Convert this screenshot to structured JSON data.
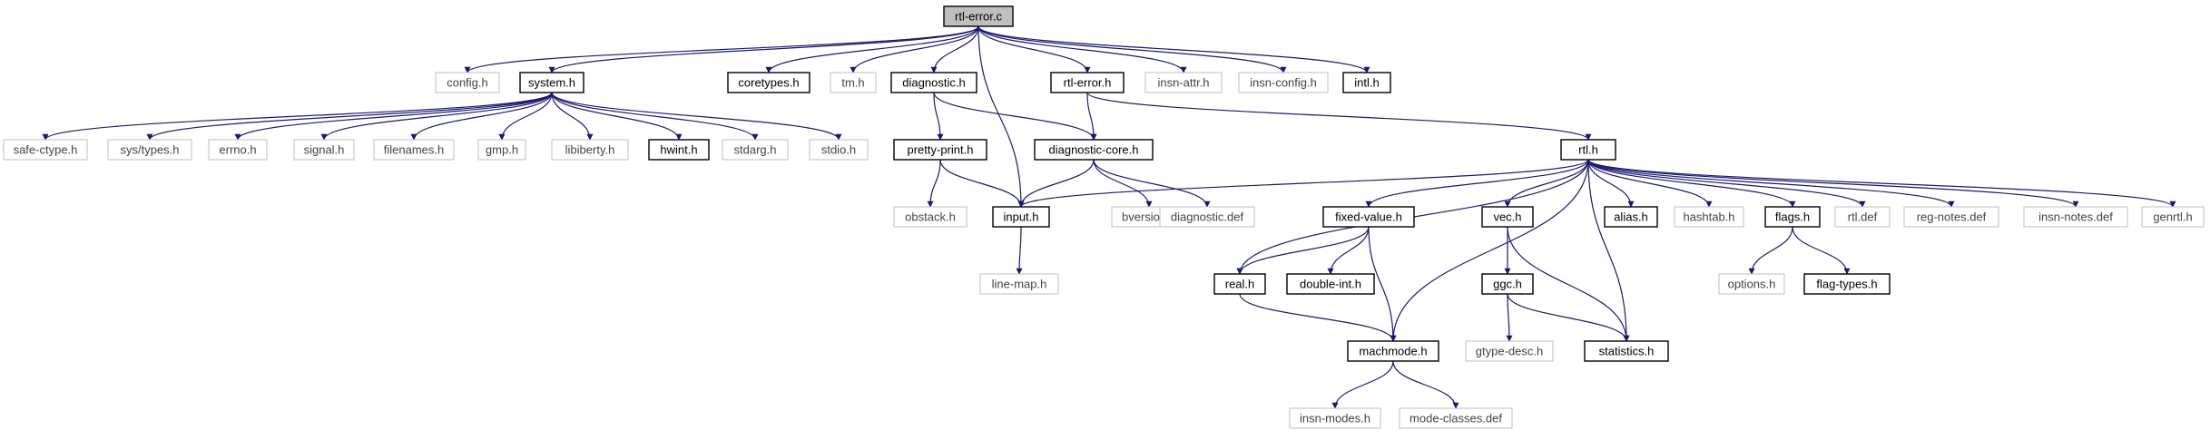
{
  "colors": {
    "edge": "#191970",
    "node_border_defined": "#000000",
    "node_border_undefined": "#bfbfbf",
    "root_fill": "#bfbfbf",
    "text_defined": "#000000",
    "text_undefined": "#444444"
  },
  "nodes": [
    {
      "id": "rtl-error-c",
      "label": "rtl-error.c",
      "kind": "root"
    },
    {
      "id": "config-h",
      "label": "config.h",
      "kind": "undefined"
    },
    {
      "id": "system-h",
      "label": "system.h",
      "kind": "defined"
    },
    {
      "id": "coretypes-h",
      "label": "coretypes.h",
      "kind": "defined"
    },
    {
      "id": "tm-h",
      "label": "tm.h",
      "kind": "undefined"
    },
    {
      "id": "diagnostic-h",
      "label": "diagnostic.h",
      "kind": "defined"
    },
    {
      "id": "rtl-error-h",
      "label": "rtl-error.h",
      "kind": "defined"
    },
    {
      "id": "insn-attr-h",
      "label": "insn-attr.h",
      "kind": "undefined"
    },
    {
      "id": "insn-config-h",
      "label": "insn-config.h",
      "kind": "undefined"
    },
    {
      "id": "intl-h",
      "label": "intl.h",
      "kind": "defined"
    },
    {
      "id": "safe-ctype-h",
      "label": "safe-ctype.h",
      "kind": "undefined"
    },
    {
      "id": "sys-types-h",
      "label": "sys/types.h",
      "kind": "undefined"
    },
    {
      "id": "errno-h",
      "label": "errno.h",
      "kind": "undefined"
    },
    {
      "id": "signal-h",
      "label": "signal.h",
      "kind": "undefined"
    },
    {
      "id": "filenames-h",
      "label": "filenames.h",
      "kind": "undefined"
    },
    {
      "id": "gmp-h",
      "label": "gmp.h",
      "kind": "undefined"
    },
    {
      "id": "libiberty-h",
      "label": "libiberty.h",
      "kind": "undefined"
    },
    {
      "id": "hwint-h",
      "label": "hwint.h",
      "kind": "defined"
    },
    {
      "id": "stdarg-h",
      "label": "stdarg.h",
      "kind": "undefined"
    },
    {
      "id": "stdio-h",
      "label": "stdio.h",
      "kind": "undefined"
    },
    {
      "id": "pretty-print-h",
      "label": "pretty-print.h",
      "kind": "defined"
    },
    {
      "id": "diagnostic-core-h",
      "label": "diagnostic-core.h",
      "kind": "defined"
    },
    {
      "id": "obstack-h",
      "label": "obstack.h",
      "kind": "undefined"
    },
    {
      "id": "input-h",
      "label": "input.h",
      "kind": "defined"
    },
    {
      "id": "bversion-h",
      "label": "bversion.h",
      "kind": "undefined"
    },
    {
      "id": "diagnostic-def",
      "label": "diagnostic.def",
      "kind": "undefined"
    },
    {
      "id": "line-map-h",
      "label": "line-map.h",
      "kind": "undefined"
    },
    {
      "id": "rtl-h",
      "label": "rtl.h",
      "kind": "defined"
    },
    {
      "id": "fixed-value-h",
      "label": "fixed-value.h",
      "kind": "defined"
    },
    {
      "id": "vec-h",
      "label": "vec.h",
      "kind": "defined"
    },
    {
      "id": "alias-h",
      "label": "alias.h",
      "kind": "defined"
    },
    {
      "id": "hashtab-h",
      "label": "hashtab.h",
      "kind": "undefined"
    },
    {
      "id": "flags-h",
      "label": "flags.h",
      "kind": "defined"
    },
    {
      "id": "rtl-def",
      "label": "rtl.def",
      "kind": "undefined"
    },
    {
      "id": "reg-notes-def",
      "label": "reg-notes.def",
      "kind": "undefined"
    },
    {
      "id": "insn-notes-def",
      "label": "insn-notes.def",
      "kind": "undefined"
    },
    {
      "id": "genrtl-h",
      "label": "genrtl.h",
      "kind": "undefined"
    },
    {
      "id": "real-h",
      "label": "real.h",
      "kind": "defined"
    },
    {
      "id": "double-int-h",
      "label": "double-int.h",
      "kind": "defined"
    },
    {
      "id": "ggc-h",
      "label": "ggc.h",
      "kind": "defined"
    },
    {
      "id": "options-h",
      "label": "options.h",
      "kind": "undefined"
    },
    {
      "id": "flag-types-h",
      "label": "flag-types.h",
      "kind": "defined"
    },
    {
      "id": "gtype-desc-h",
      "label": "gtype-desc.h",
      "kind": "undefined"
    },
    {
      "id": "statistics-h",
      "label": "statistics.h",
      "kind": "defined"
    },
    {
      "id": "machmode-h",
      "label": "machmode.h",
      "kind": "defined"
    },
    {
      "id": "insn-modes-h",
      "label": "insn-modes.h",
      "kind": "undefined"
    },
    {
      "id": "mode-classes-def",
      "label": "mode-classes.def",
      "kind": "undefined"
    }
  ],
  "edges": [
    [
      "rtl-error-c",
      "config-h"
    ],
    [
      "rtl-error-c",
      "system-h"
    ],
    [
      "rtl-error-c",
      "coretypes-h"
    ],
    [
      "rtl-error-c",
      "tm-h"
    ],
    [
      "rtl-error-c",
      "diagnostic-h"
    ],
    [
      "rtl-error-c",
      "input-h"
    ],
    [
      "rtl-error-c",
      "rtl-error-h"
    ],
    [
      "rtl-error-c",
      "insn-attr-h"
    ],
    [
      "rtl-error-c",
      "insn-config-h"
    ],
    [
      "rtl-error-c",
      "intl-h"
    ],
    [
      "system-h",
      "safe-ctype-h"
    ],
    [
      "system-h",
      "sys-types-h"
    ],
    [
      "system-h",
      "errno-h"
    ],
    [
      "system-h",
      "signal-h"
    ],
    [
      "system-h",
      "filenames-h"
    ],
    [
      "system-h",
      "gmp-h"
    ],
    [
      "system-h",
      "libiberty-h"
    ],
    [
      "system-h",
      "hwint-h"
    ],
    [
      "system-h",
      "stdarg-h"
    ],
    [
      "system-h",
      "stdio-h"
    ],
    [
      "diagnostic-h",
      "pretty-print-h"
    ],
    [
      "diagnostic-h",
      "diagnostic-core-h"
    ],
    [
      "pretty-print-h",
      "obstack-h"
    ],
    [
      "pretty-print-h",
      "input-h"
    ],
    [
      "diagnostic-core-h",
      "input-h"
    ],
    [
      "diagnostic-core-h",
      "bversion-h"
    ],
    [
      "diagnostic-core-h",
      "diagnostic-def"
    ],
    [
      "input-h",
      "line-map-h"
    ],
    [
      "rtl-error-h",
      "diagnostic-core-h"
    ],
    [
      "rtl-error-h",
      "rtl-h"
    ],
    [
      "rtl-h",
      "input-h"
    ],
    [
      "rtl-h",
      "real-h"
    ],
    [
      "rtl-h",
      "machmode-h"
    ],
    [
      "rtl-h",
      "fixed-value-h"
    ],
    [
      "rtl-h",
      "vec-h"
    ],
    [
      "rtl-h",
      "statistics-h"
    ],
    [
      "rtl-h",
      "alias-h"
    ],
    [
      "rtl-h",
      "hashtab-h"
    ],
    [
      "rtl-h",
      "flags-h"
    ],
    [
      "rtl-h",
      "rtl-def"
    ],
    [
      "rtl-h",
      "reg-notes-def"
    ],
    [
      "rtl-h",
      "insn-notes-def"
    ],
    [
      "rtl-h",
      "genrtl-h"
    ],
    [
      "fixed-value-h",
      "real-h"
    ],
    [
      "fixed-value-h",
      "double-int-h"
    ],
    [
      "fixed-value-h",
      "machmode-h"
    ],
    [
      "real-h",
      "machmode-h"
    ],
    [
      "vec-h",
      "ggc-h"
    ],
    [
      "vec-h",
      "statistics-h"
    ],
    [
      "ggc-h",
      "gtype-desc-h"
    ],
    [
      "ggc-h",
      "statistics-h"
    ],
    [
      "flags-h",
      "options-h"
    ],
    [
      "flags-h",
      "flag-types-h"
    ],
    [
      "machmode-h",
      "insn-modes-h"
    ],
    [
      "machmode-h",
      "mode-classes-def"
    ]
  ]
}
